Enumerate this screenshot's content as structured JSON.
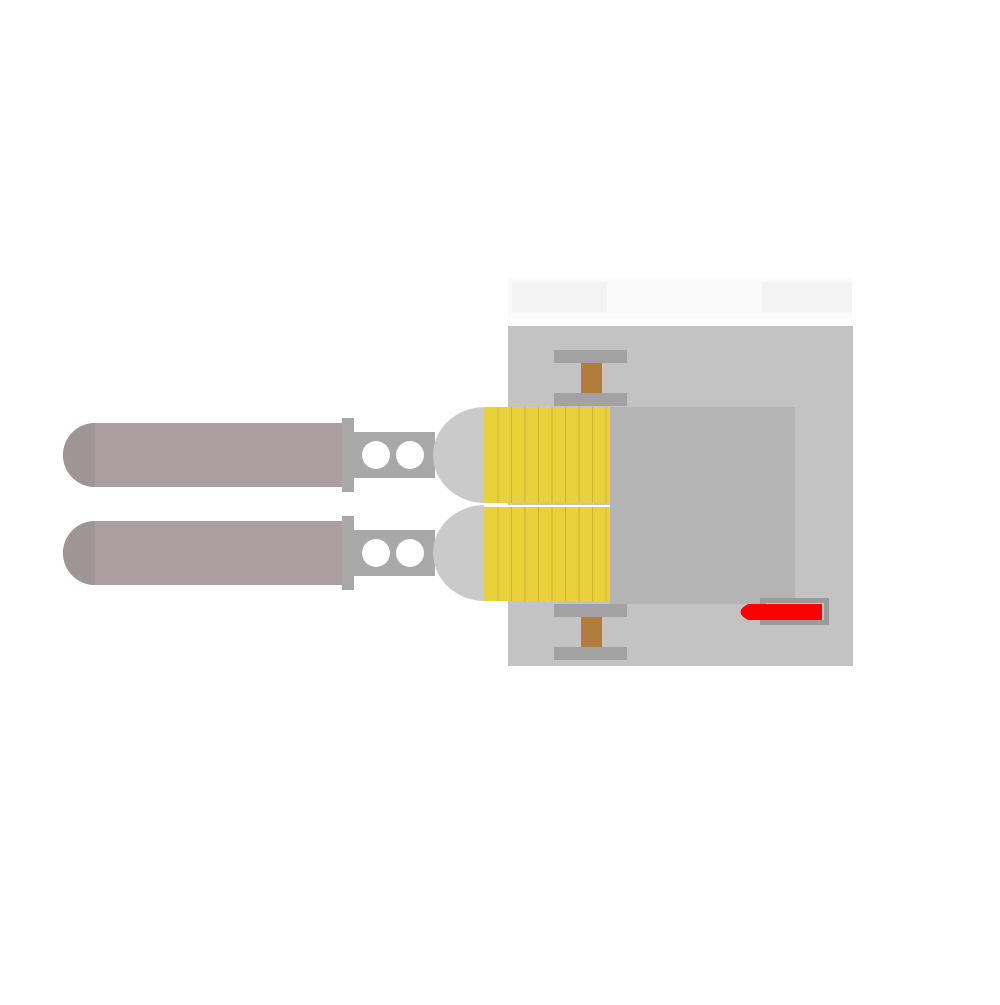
{
  "sprite": {
    "name": "twin-barrel-turret",
    "orientation": "barrels-left",
    "barrel_count": 2,
    "colors": {
      "background": "#ffffff",
      "base_plate": "#c3c3c3",
      "housing": "#b4b4b4",
      "barrel": "#ab9e9e",
      "barrel_tip": "#a09595",
      "muzzle_ring": "#a8a8a8",
      "vent_hole": "#ffffff",
      "dome": "#cacaca",
      "recoil_coil": "#e8d13b",
      "coil_line": "#cdb52f",
      "clamp_bar": "#a2a2a2",
      "clamp_post": "#b07e3a",
      "indicator": "#ff0000",
      "indicator_slot": "#9a9a9a",
      "haze": "#f6f6f6"
    }
  }
}
